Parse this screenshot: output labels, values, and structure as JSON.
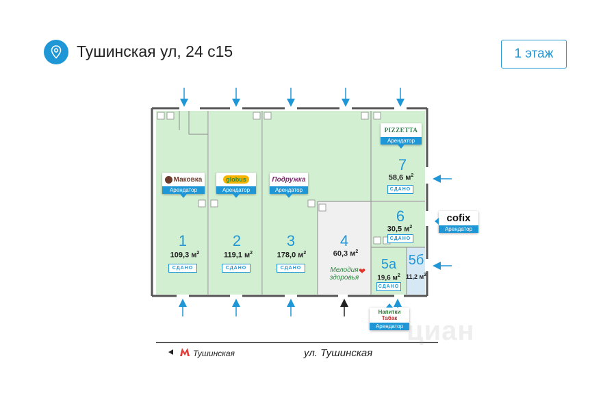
{
  "header": {
    "address": "Тушинская ул, 24 с15",
    "floor_button": "1 этаж"
  },
  "icons": {
    "location": "map-pin-icon",
    "metro": "metro-m-icon",
    "entrance": "arrow-icon"
  },
  "colors": {
    "accent": "#1f97d6",
    "rented_fill": "#d2f0d1",
    "free_fill": "#f0f0f0",
    "highlight_fill": "#d7e8f5",
    "wall": "#555555"
  },
  "units": [
    {
      "id": "1",
      "area": "109,3 м",
      "area_sup": "2",
      "status": "СДАНО"
    },
    {
      "id": "2",
      "area": "119,1 м",
      "area_sup": "2",
      "status": "СДАНО"
    },
    {
      "id": "3",
      "area": "178,0 м",
      "area_sup": "2",
      "status": "СДАНО"
    },
    {
      "id": "4",
      "area": "60,3 м",
      "area_sup": "2",
      "status": ""
    },
    {
      "id": "5а",
      "area": "19,6 м",
      "area_sup": "2",
      "status": "СДАНО"
    },
    {
      "id": "5б",
      "area": "11,2 м",
      "area_sup": "2",
      "status": ""
    },
    {
      "id": "6",
      "area": "30,5 м",
      "area_sup": "2",
      "status": "СДАНО"
    },
    {
      "id": "7",
      "area": "58,6 м",
      "area_sup": "2",
      "status": "СДАНО"
    }
  ],
  "tenants": [
    {
      "logo": "Маковка",
      "label": "Арендатор"
    },
    {
      "logo": "globus",
      "label": "Арендатор"
    },
    {
      "logo": "Подружка",
      "label": "Арендатор"
    },
    {
      "logo": "PIZZETTA",
      "label": "Арендатор"
    },
    {
      "logo": "cofix",
      "label": "Арендатор"
    },
    {
      "logo_line1": "Напитки",
      "logo_line2": "Табак",
      "label": "Арендатор"
    }
  ],
  "unit4_logo": {
    "line1": "Мелодия",
    "line2": "здоровья"
  },
  "map": {
    "street": "ул. Тушинская",
    "metro": "Тушинская"
  },
  "watermark": "циан"
}
